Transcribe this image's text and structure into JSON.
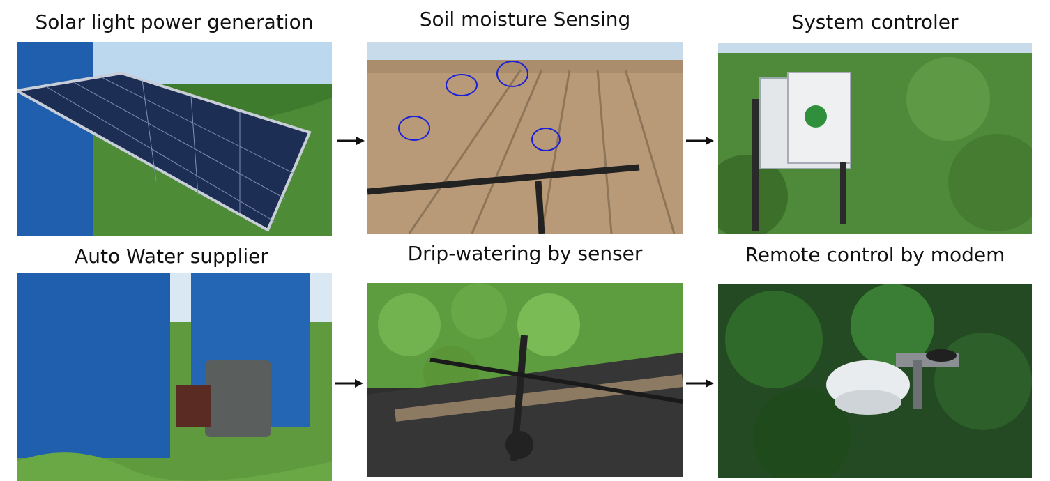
{
  "panels": [
    {
      "caption": "Solar light power generation"
    },
    {
      "caption": "Soil moisture Sensing"
    },
    {
      "caption": "System controler"
    },
    {
      "caption": "Auto Water supplier"
    },
    {
      "caption": "Drip-watering by senser"
    },
    {
      "caption": "Remote control by modem"
    }
  ],
  "colors": {
    "sky": "#bcd8ee",
    "grass": "#3f7b2c",
    "soil": "#b89a78",
    "tank": "#1f5fae",
    "panel": "#1d2e55",
    "marker": "#1a1fd8"
  },
  "icons": [
    "arrow-right-icon"
  ]
}
